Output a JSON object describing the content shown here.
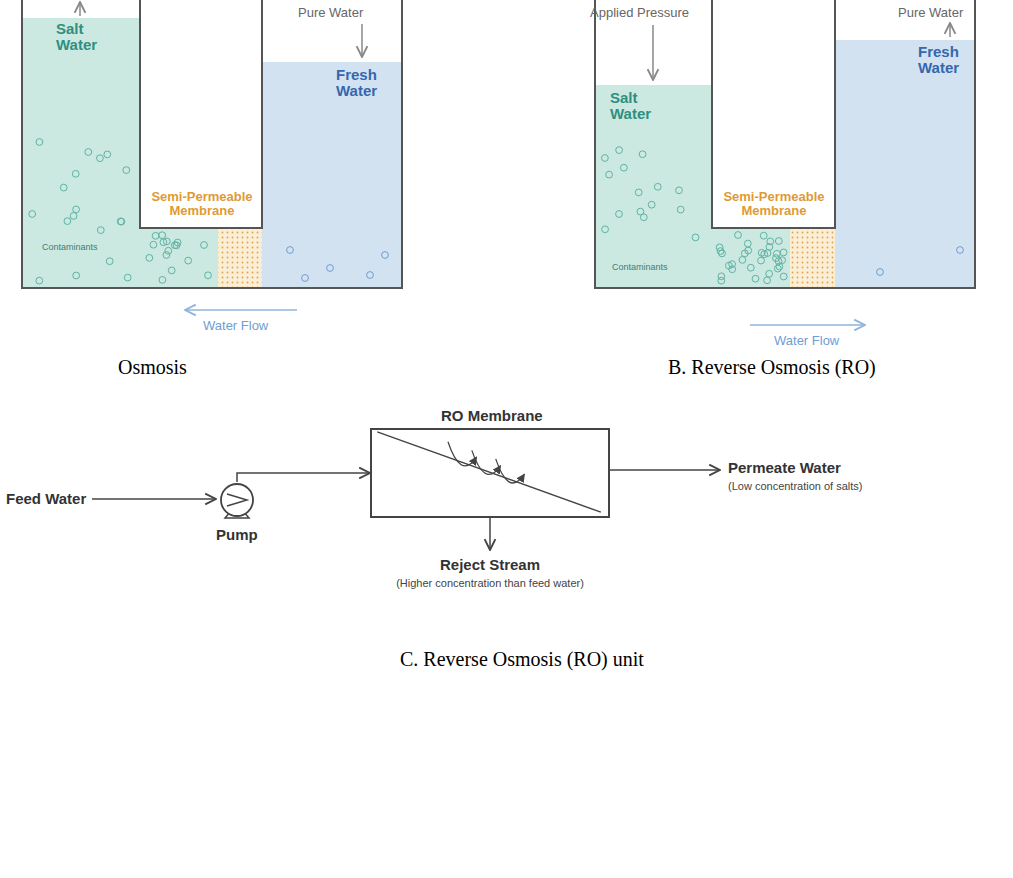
{
  "diagram": {
    "nodes": [
      {
        "text": [
          "RO Membrane"
        ]
      },
      {
        "text": [
          "Pump"
        ]
      }
    ],
    "edges": [
      {
        "from": 1,
        "to": 0,
        "arrow": "to"
      }
    ],
    "labels": [
      "Salt Water",
      "Pure Water",
      "Fresh Water",
      "Semi-Permeable Membrane",
      "Contaminants",
      "Water Flow",
      "Osmosis",
      "Applied Pressure",
      "Pure Water",
      "Salt Water",
      "Fresh Water",
      "Semi-Permeable Membrane",
      "Contaminants",
      "Water Flow",
      "B. Reverse Osmosis (RO)",
      "Feed Water",
      "Permeate Water",
      "(Low concentration of salts)",
      "Reject Stream",
      "(Higher concentration than feed water)",
      "C. Reverse Osmosis (RO) unit"
    ]
  }
}
